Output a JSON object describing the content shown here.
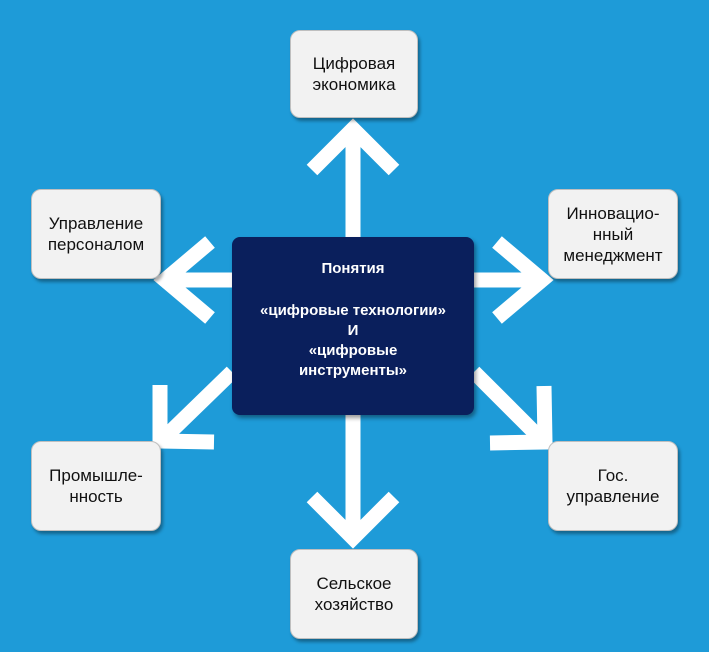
{
  "colors": {
    "background": "#1e9bd8",
    "center_box": "#0a1f5c",
    "outer_box": "#f2f2f2",
    "arrow": "#ffffff"
  },
  "center": {
    "line1": "Понятия",
    "line2": "«цифровые технологии»",
    "line3": "И",
    "line4": "«цифровые\nинструменты»"
  },
  "boxes": {
    "top": "Цифровая\nэкономика",
    "top_right": "Инновацио-\nнный\nменеджмент",
    "bottom_right": "Гос.\nуправление",
    "bottom": "Сельское\nхозяйство",
    "bottom_left": "Промышле-\nнность",
    "top_left": "Управление\nперсоналом"
  }
}
